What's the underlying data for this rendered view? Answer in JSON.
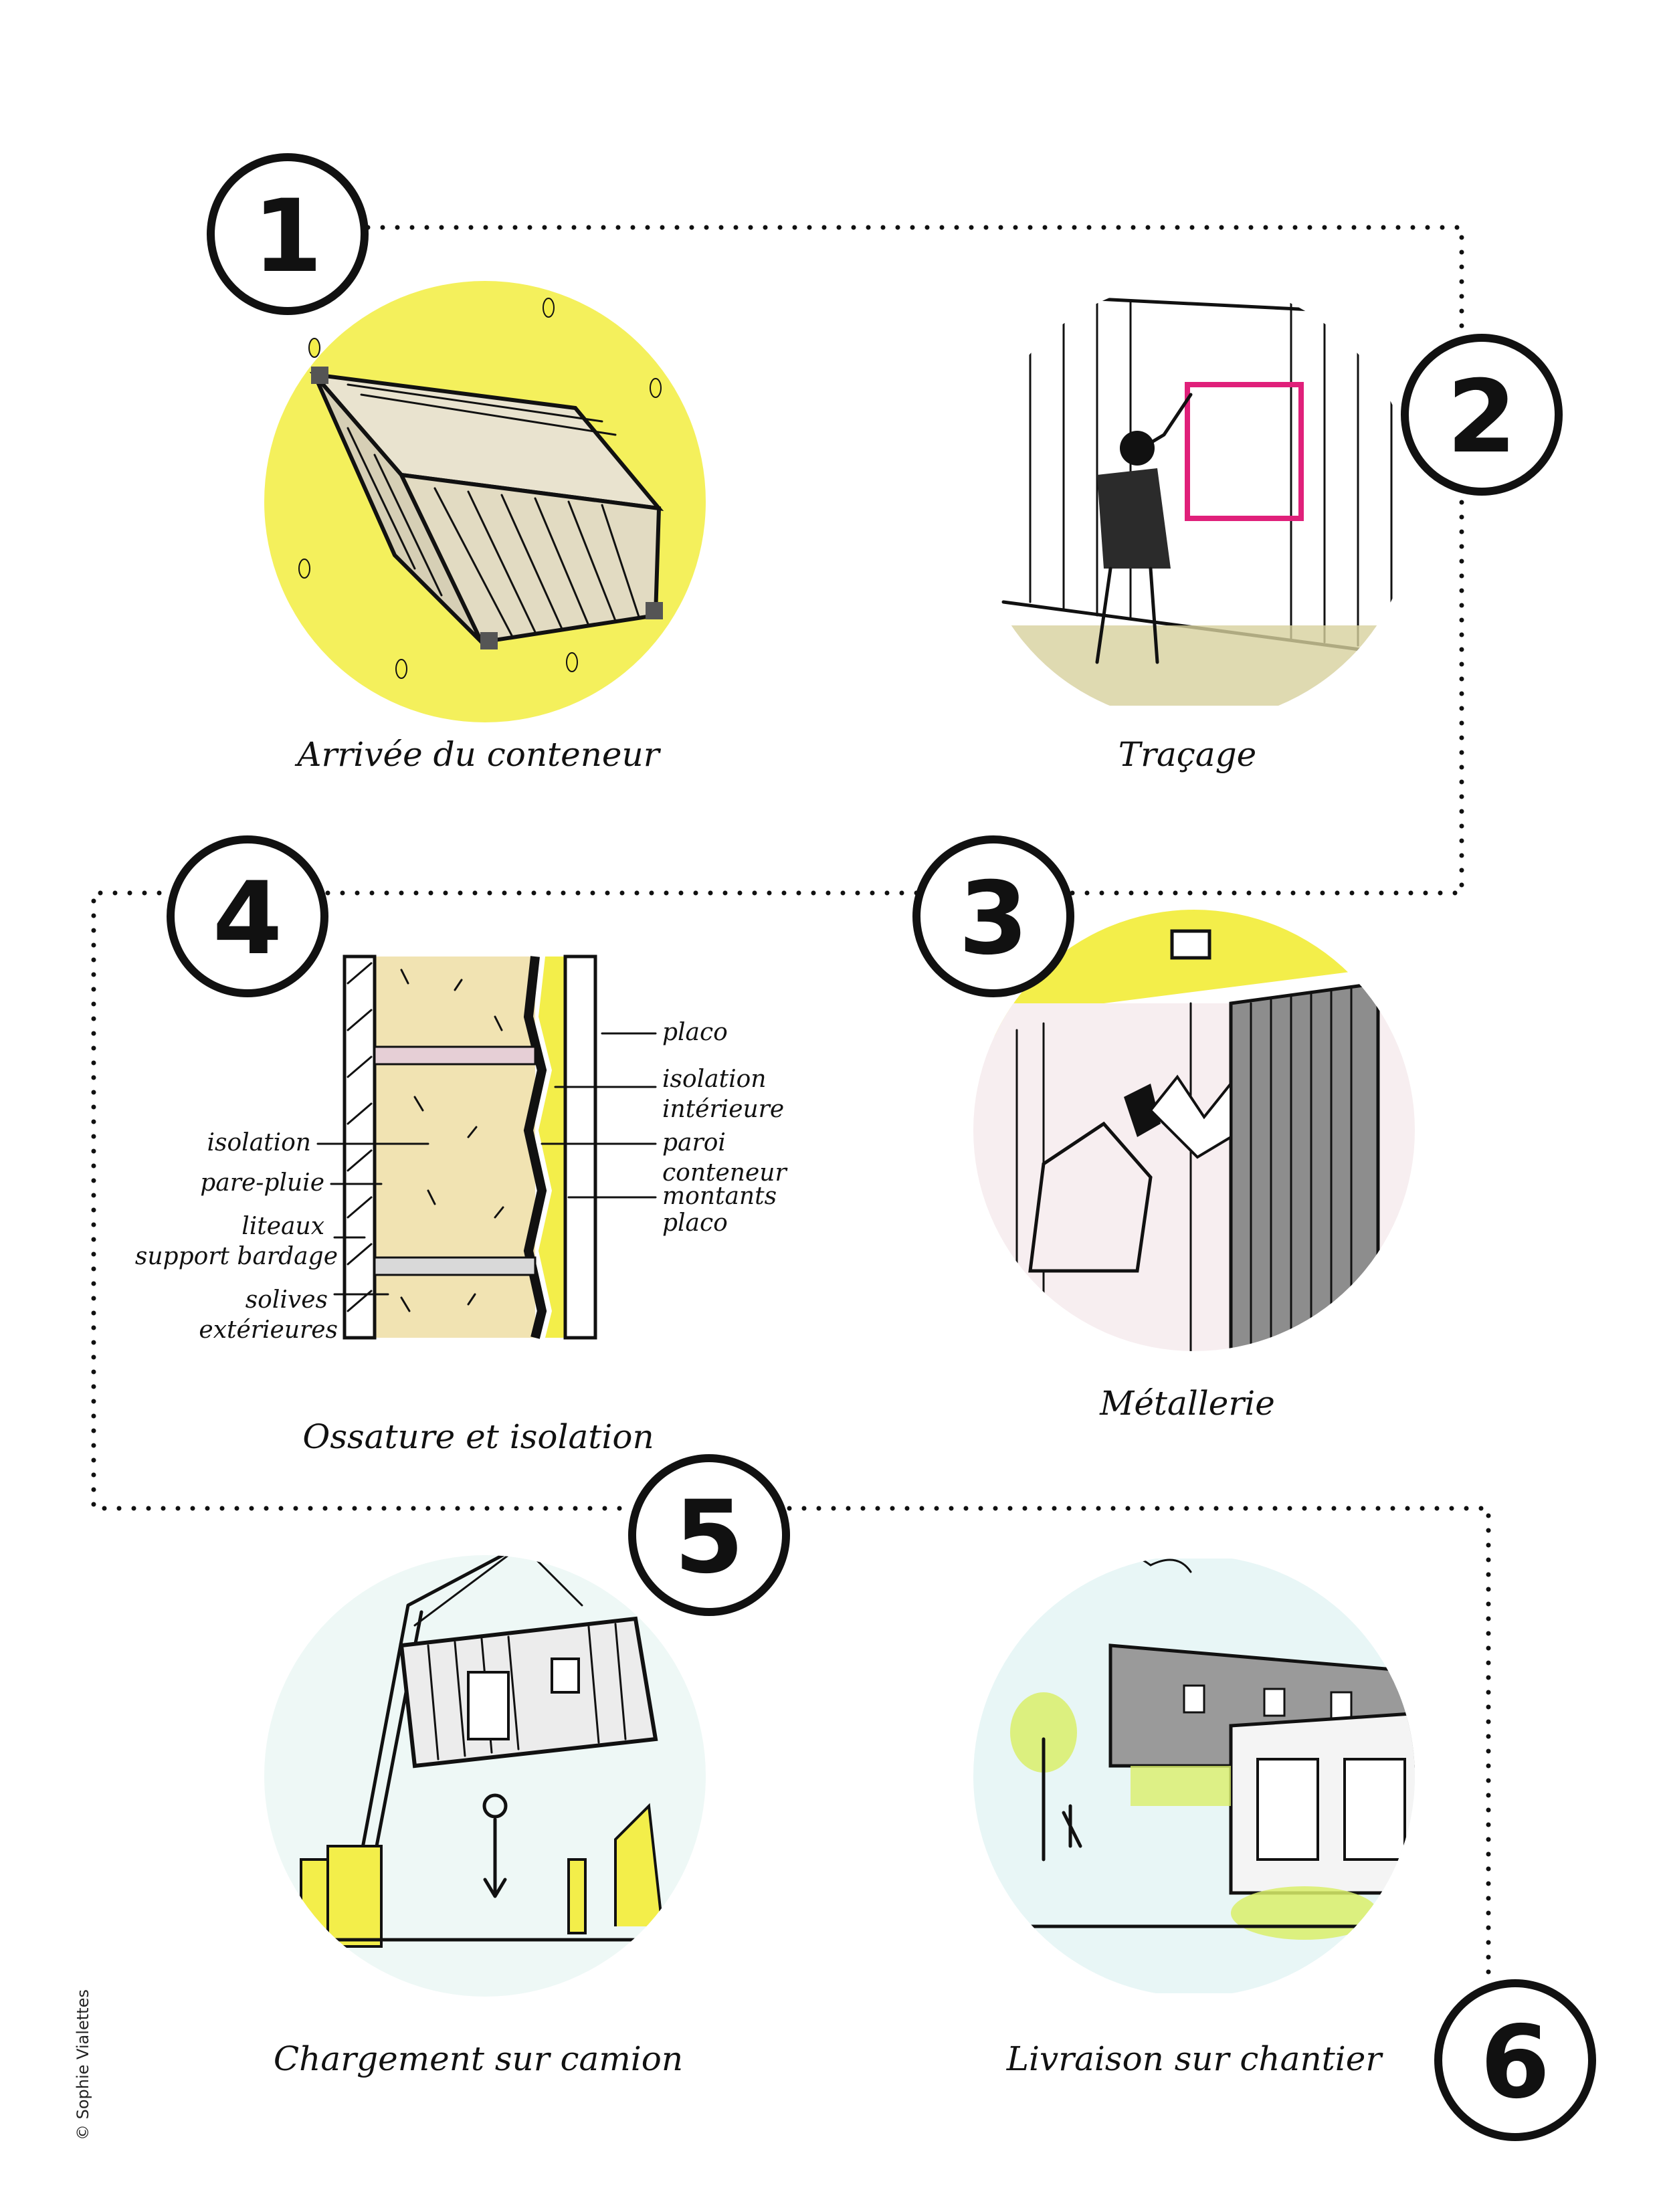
{
  "steps": [
    {
      "number": "1",
      "caption": "Arrivée du conteneur"
    },
    {
      "number": "2",
      "caption": "Traçage"
    },
    {
      "number": "3",
      "caption": "Métallerie"
    },
    {
      "number": "4",
      "caption": "Ossature et isolation"
    },
    {
      "number": "5",
      "caption": "Chargement sur camion"
    },
    {
      "number": "6",
      "caption": "Livraison sur chantier"
    }
  ],
  "wall_section_labels": {
    "right": [
      "placo",
      "isolation",
      "intérieure",
      "paroi",
      "conteneur",
      "montants",
      "placo"
    ],
    "left": [
      "isolation",
      "pare-pluie",
      "liteaux",
      "support bardage",
      "solives",
      "extérieures"
    ]
  },
  "credit": "© Sophie Vialettes",
  "colors": {
    "yellow": "#f3ee4a",
    "pink": "#e0207a",
    "grey": "#8d8d8d",
    "insulation": "#f1e3b2",
    "green": "#d9ef6a"
  }
}
